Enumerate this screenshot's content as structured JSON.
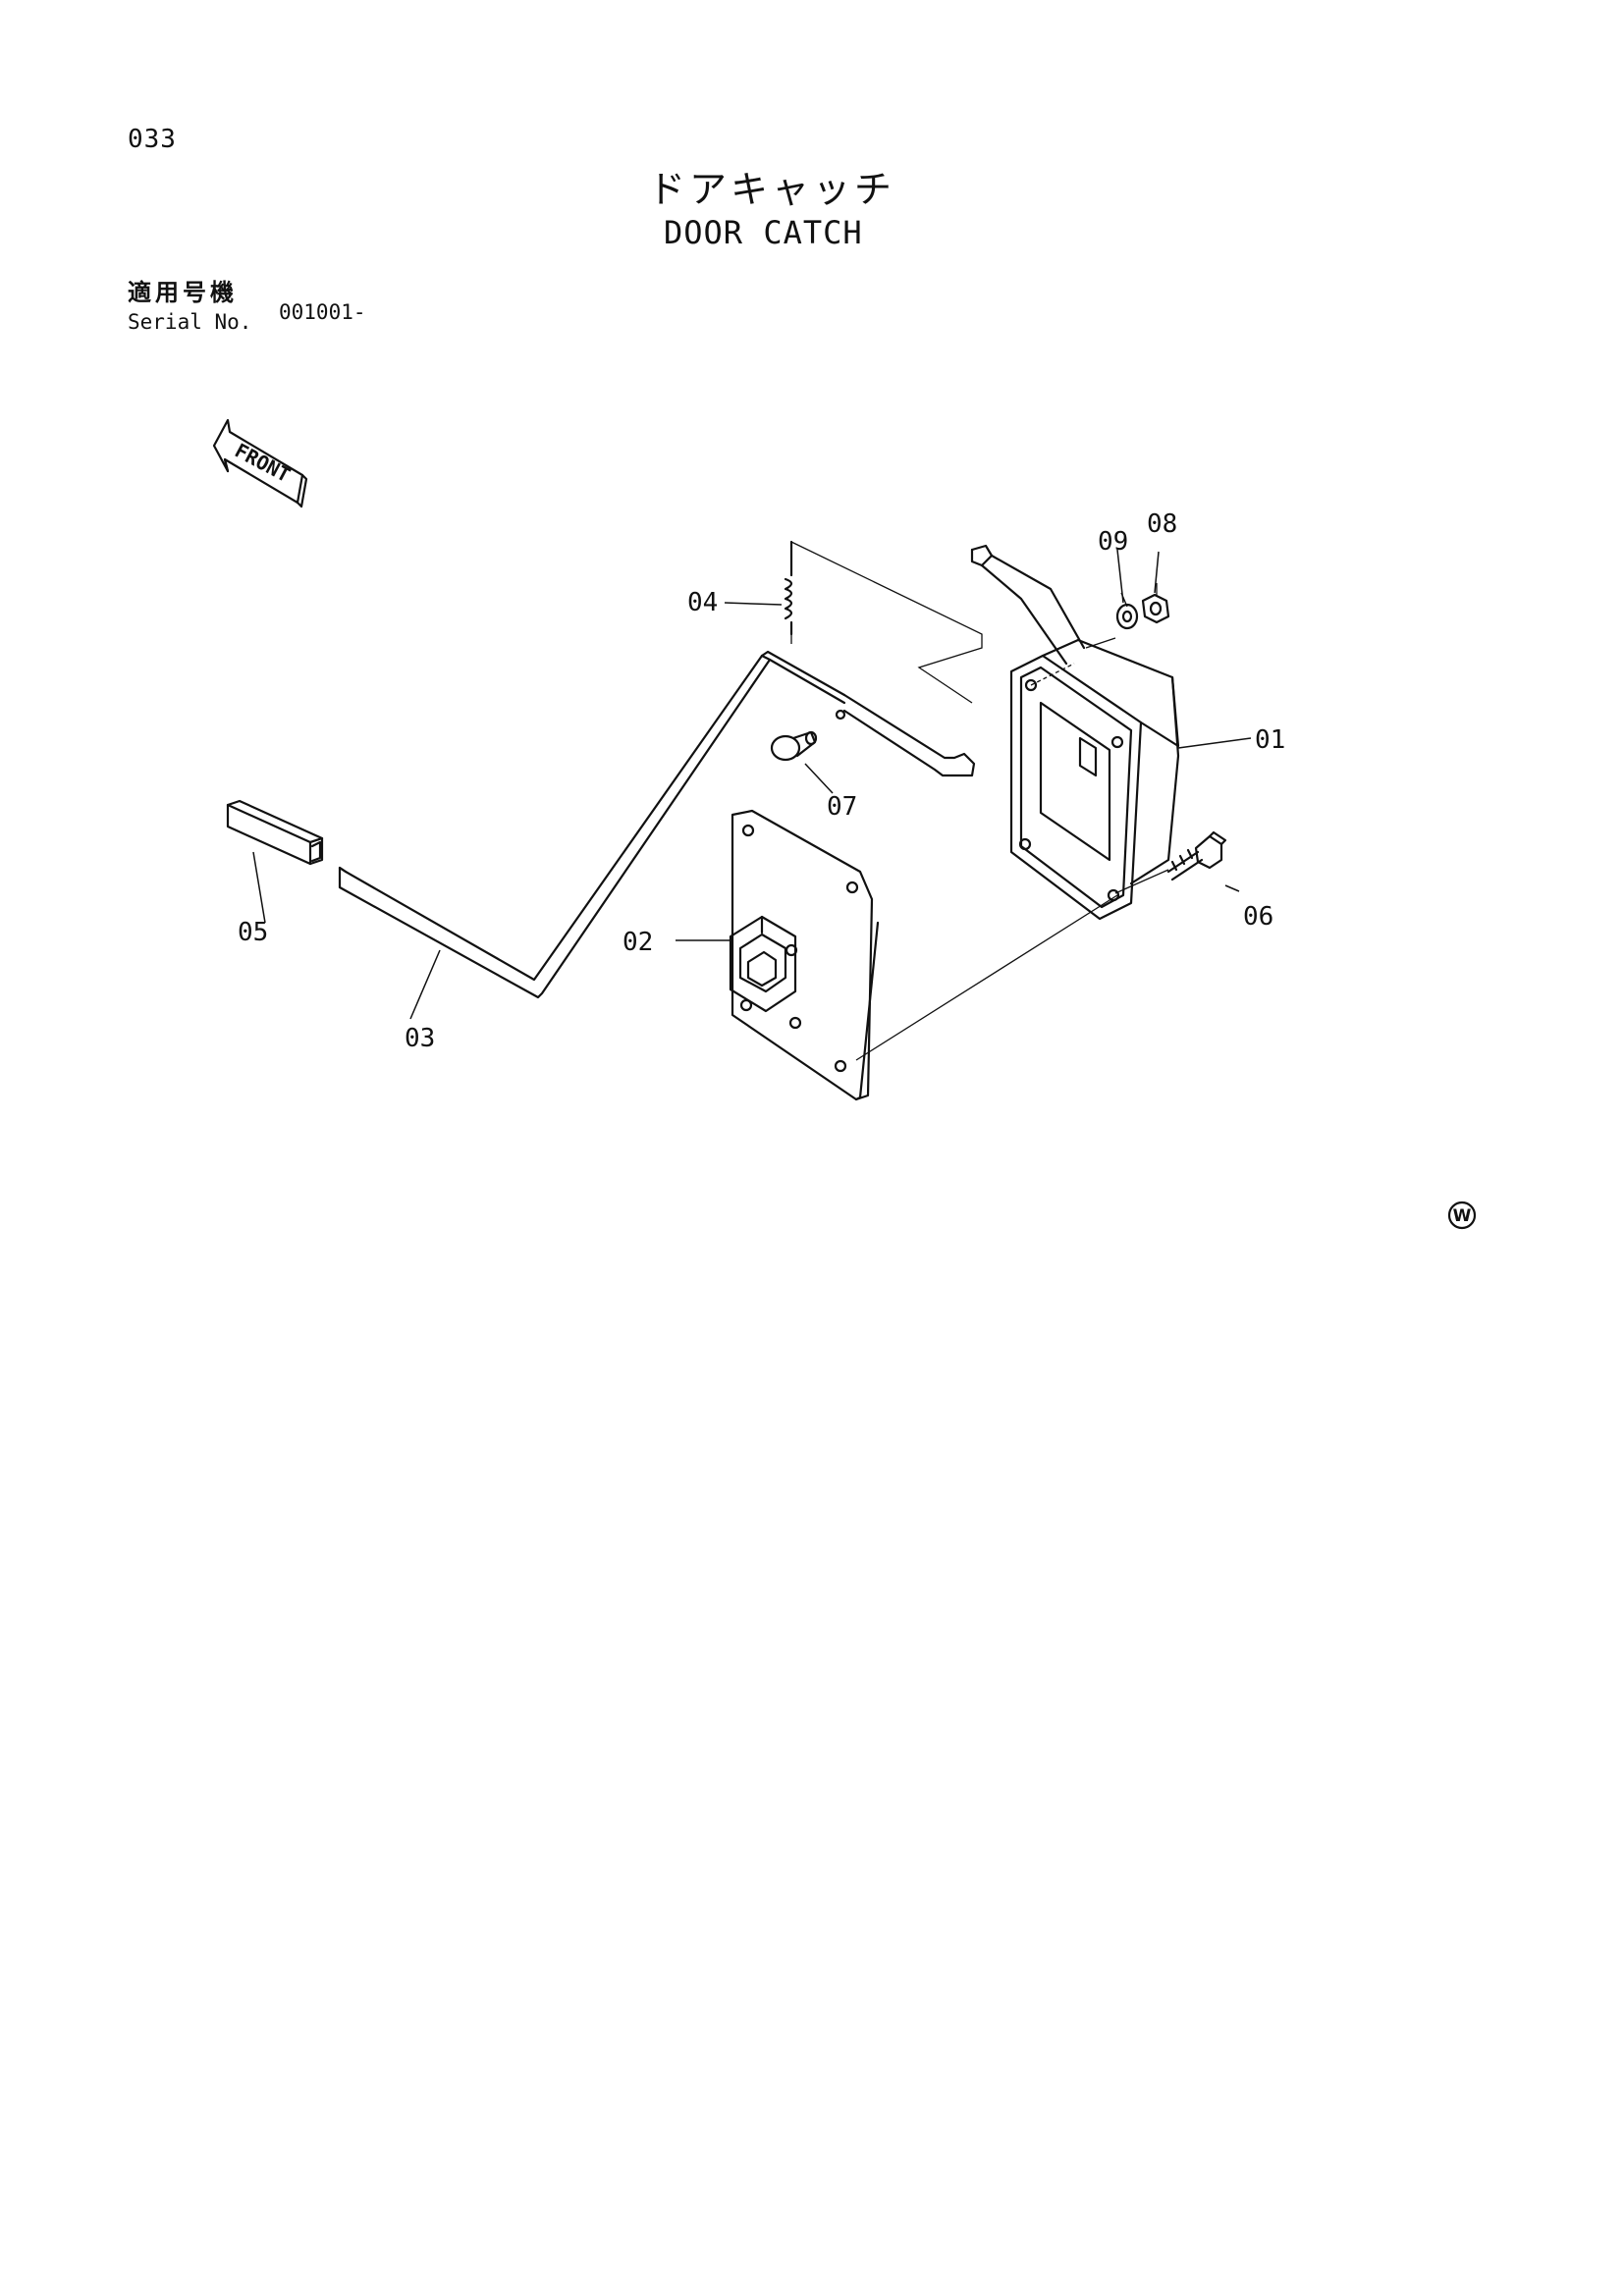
{
  "header": {
    "page_number": "033",
    "title_jp": "ドアキャッチ",
    "title_en": "DOOR CATCH",
    "serial_label_jp": "適用号機",
    "serial_label_en": "Serial No.",
    "serial_value": "001001-"
  },
  "orientation_label": "FRONT",
  "callouts": [
    {
      "id": "01",
      "label": "01"
    },
    {
      "id": "02",
      "label": "02"
    },
    {
      "id": "03",
      "label": "03"
    },
    {
      "id": "04",
      "label": "04"
    },
    {
      "id": "05",
      "label": "05"
    },
    {
      "id": "06",
      "label": "06"
    },
    {
      "id": "07",
      "label": "07"
    },
    {
      "id": "08",
      "label": "08"
    },
    {
      "id": "09",
      "label": "09"
    }
  ],
  "watermark_symbol": "W",
  "colors": {
    "ink": "#111111",
    "paper": "#ffffff"
  }
}
